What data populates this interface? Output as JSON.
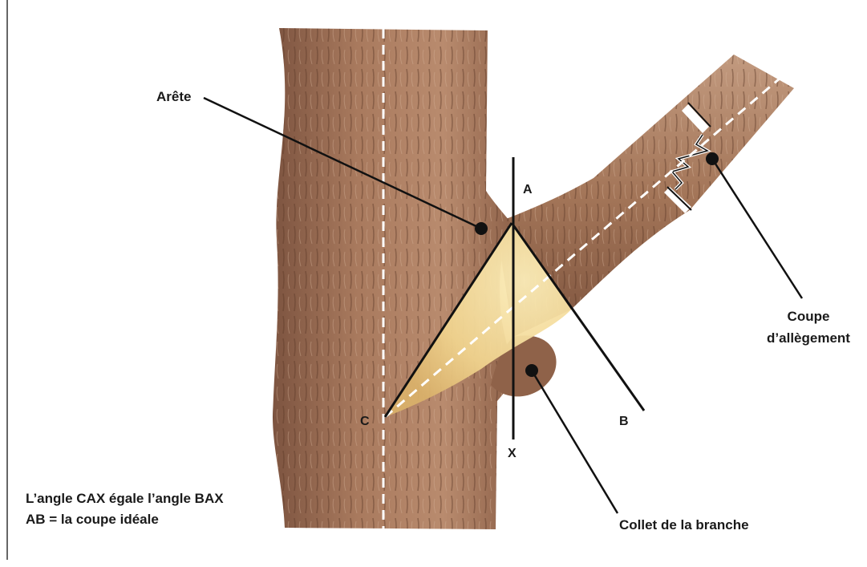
{
  "labels": {
    "arete": "Arête",
    "coupe_line1": "Coupe",
    "coupe_line2": "d’allègement",
    "collet": "Collet de la branche",
    "caption_line1": "L’angle CAX égale l’angle BAX",
    "caption_line2": "AB = la coupe idéale"
  },
  "points": {
    "A": "A",
    "B": "B",
    "C": "C",
    "X": "X"
  },
  "colors": {
    "bark": "#a97a5e",
    "bark_dark": "#7d5440",
    "bark_light": "#c49a7e",
    "cut_wood": "#f3dc9c",
    "line": "#111111",
    "guide": "#ffffff"
  }
}
